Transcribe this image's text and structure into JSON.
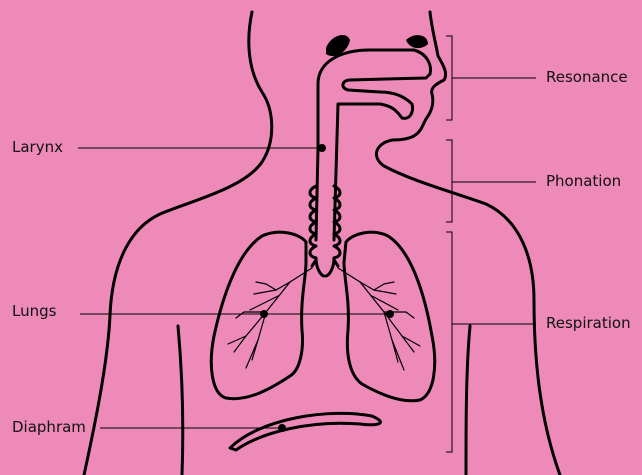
{
  "diagram": {
    "labels_left": {
      "larynx": "Larynx",
      "lungs": "Lungs",
      "diaphragm": "Diaphram"
    },
    "labels_right": {
      "resonance": "Resonance",
      "phonation": "Phonation",
      "respiration": "Respiration"
    }
  },
  "colors": {
    "background": "#ee8ab8",
    "line": "#000000"
  }
}
